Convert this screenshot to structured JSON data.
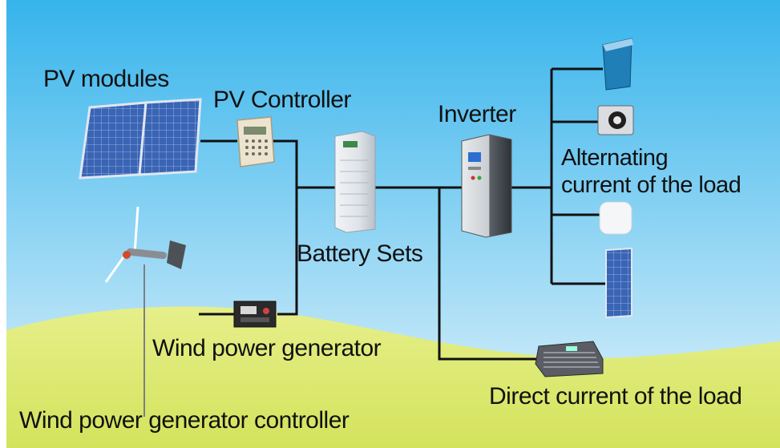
{
  "labels": {
    "pv_modules": "PV modules",
    "pv_controller": "PV Controller",
    "inverter": "Inverter",
    "ac_load": "Alternating\ncurrent of the load",
    "battery_sets": "Battery Sets",
    "wind_generator": "Wind power generator",
    "dc_load": "Direct current of the load",
    "wind_controller": "Wind power generator controller"
  },
  "colors": {
    "sky_top": "#36b4ec",
    "sky_bottom": "#e3f3fb",
    "ground_top": "#e6ef8a",
    "ground_bottom": "#d3e35c",
    "wire": "#111111",
    "panel_blue": "#2f5aa8"
  }
}
